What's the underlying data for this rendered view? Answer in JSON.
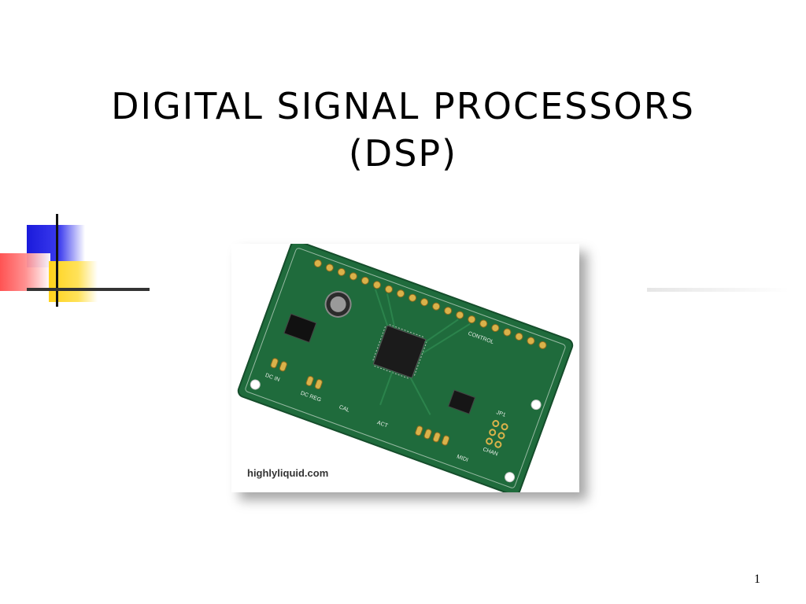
{
  "slide": {
    "title_line1": "Digital Signal Processors",
    "title_line2": "(DSP)",
    "page_number": "1"
  },
  "photo": {
    "credit": "highlyliquid.com",
    "board_labels": {
      "control": "CONTROL",
      "dc_in": "DC IN",
      "dc_reg": "DC REG",
      "cal": "CAL",
      "act": "ACT",
      "midi": "MIDI",
      "chan": "CHAN",
      "jp1": "JP1"
    }
  },
  "colors": {
    "pcb_green": "#1f6b3c",
    "pad_gold": "#d9b24a",
    "deco_blue": "#1a1adb",
    "deco_red": "#ff4a4a",
    "deco_yellow": "#ffd21a"
  }
}
